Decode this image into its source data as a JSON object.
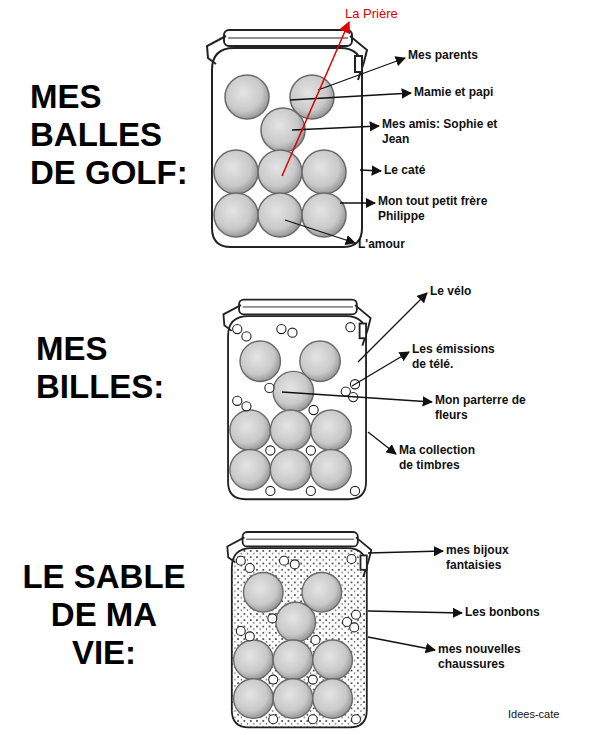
{
  "diagram": {
    "labels": [
      "La Prière",
      "Mes parents",
      "MES BALLES DE GOLF:",
      "Mamie et papi",
      "Mes amis: Sophie et Jean",
      "Le caté",
      "Mon tout petit frère Philippe",
      "L'amour",
      "Le vélo",
      "MES BILLES:",
      "Les émissions de télé.",
      "Mon parterre de fleurs",
      "Ma collection de timbres",
      "mes bijoux fantaisies",
      "LE SABLE DE MA VIE:",
      "Les bonbons",
      "mes nouvelles chaussures",
      "Idees-cate"
    ]
  }
}
